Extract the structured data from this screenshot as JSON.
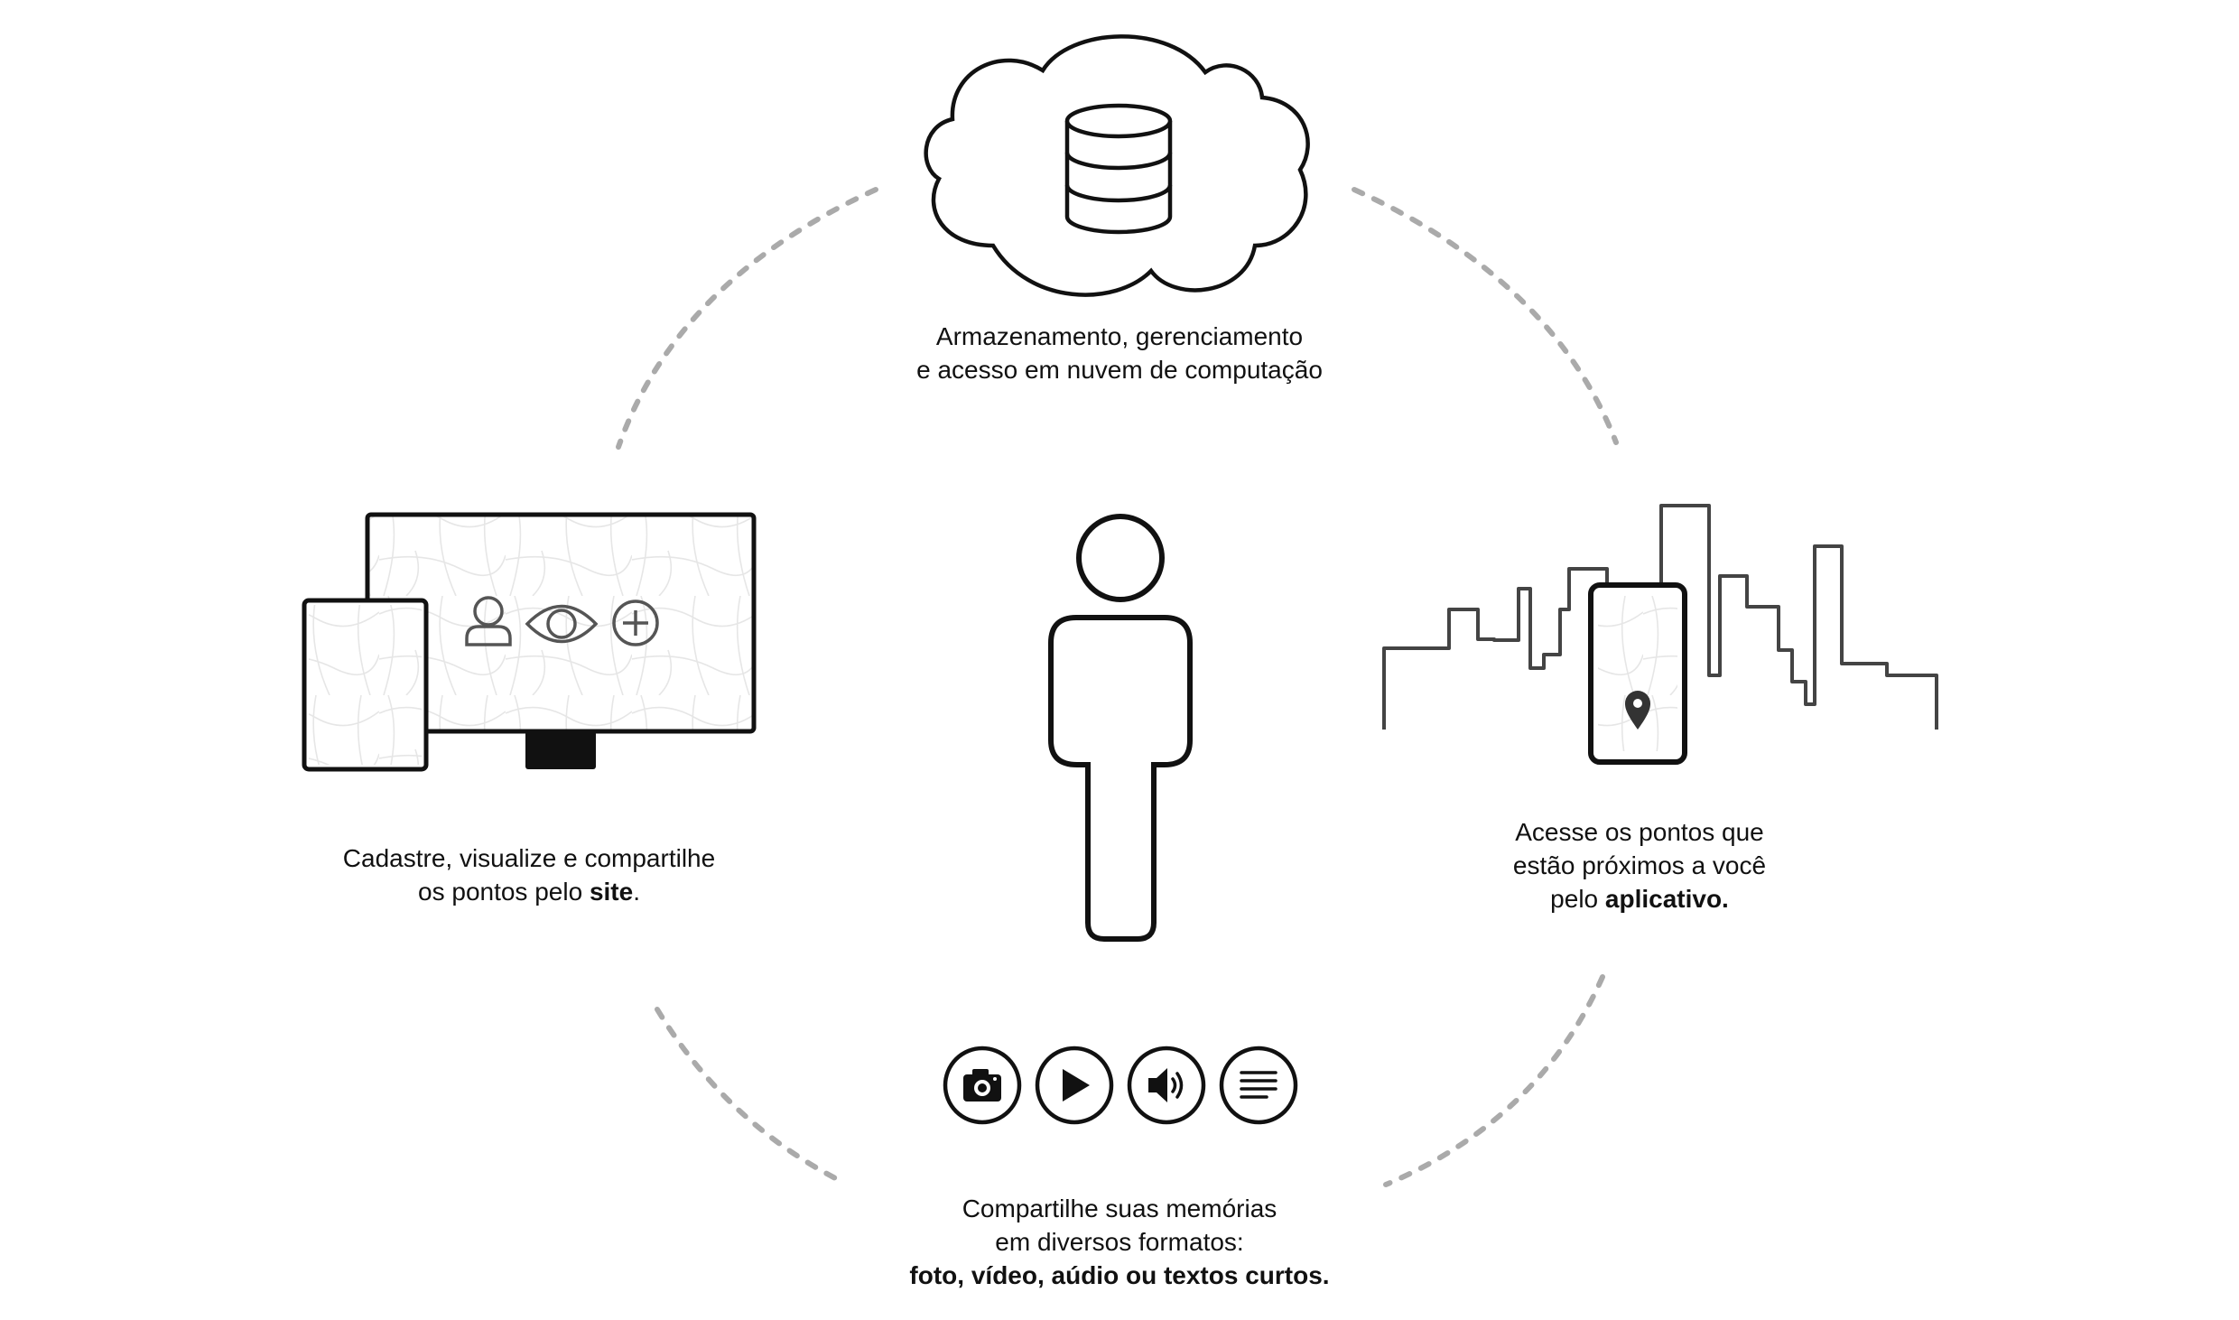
{
  "cloud": {
    "caption_line1": "Armazenamento, gerenciamento",
    "caption_line2": "e acesso em nuvem de computação",
    "icon": "database-icon"
  },
  "site": {
    "caption_line1": "Cadastre, visualize e compartilhe",
    "caption_line2_prefix": "os pontos pelo ",
    "caption_line2_bold": "site",
    "caption_line2_suffix": ".",
    "icons": [
      "user-icon",
      "eye-icon",
      "plus-circle-icon"
    ]
  },
  "app": {
    "caption_line1": "Acesse os pontos que",
    "caption_line2": "estão próximos a você",
    "caption_line3_prefix": "pelo ",
    "caption_line3_bold": "aplicativo.",
    "icon": "map-pin-icon"
  },
  "media": {
    "caption_line1": "Compartilhe suas memórias",
    "caption_line2": "em diversos formatos:",
    "caption_line3_bold": "foto, vídeo, aúdio ou textos curtos.",
    "icons": [
      "camera-icon",
      "play-icon",
      "speaker-icon",
      "text-icon"
    ]
  },
  "center": {
    "icon": "person-icon"
  },
  "colors": {
    "stroke": "#111111",
    "dash": "#aaaaaa",
    "map": "#e6e6e6"
  }
}
